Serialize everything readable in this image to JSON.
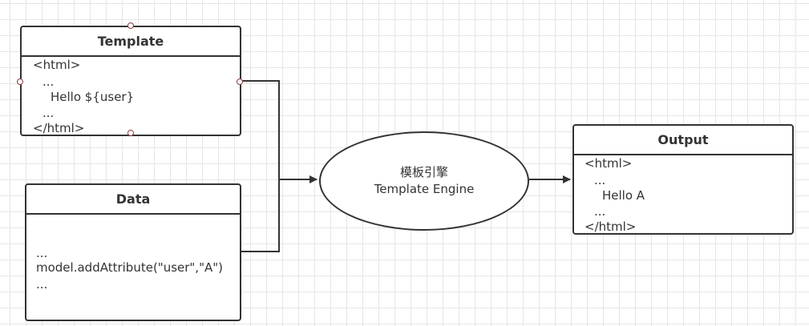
{
  "template": {
    "title": "Template",
    "lines": [
      "<html>",
      "...",
      "Hello ${user}",
      "...",
      "</html>"
    ]
  },
  "data": {
    "title": "Data",
    "lines": [
      "...",
      "model.addAttribute(\"user\",\"A\")",
      "..."
    ]
  },
  "engine": {
    "label_cn": "模板引擎",
    "label_en": "Template Engine"
  },
  "output": {
    "title": "Output",
    "lines": [
      "<html>",
      "...",
      "Hello A",
      "...",
      "</html>"
    ]
  },
  "colors": {
    "stroke": "#333333",
    "grid": "#e6e6e6",
    "handle": "#8a3c3c"
  }
}
